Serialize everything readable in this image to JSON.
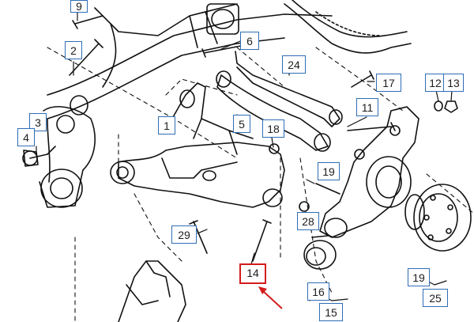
{
  "diagram": {
    "callouts": {
      "c1": "1",
      "c2": "2",
      "c3": "3",
      "c4": "4",
      "c5": "5",
      "c6": "6",
      "c9": "9",
      "c11": "11",
      "c12": "12",
      "c13": "13",
      "c14": "14",
      "c15": "15",
      "c16": "16",
      "c17": "17",
      "c18": "18",
      "c19a": "19",
      "c19b": "19",
      "c24": "24",
      "c25": "25",
      "c28": "28",
      "c29": "29"
    },
    "highlighted_part": "14",
    "colors": {
      "callout_border": "#2f6db5",
      "highlight_border": "#d41c1c",
      "arrow": "#d41c1c",
      "line_art": "#111111"
    }
  }
}
